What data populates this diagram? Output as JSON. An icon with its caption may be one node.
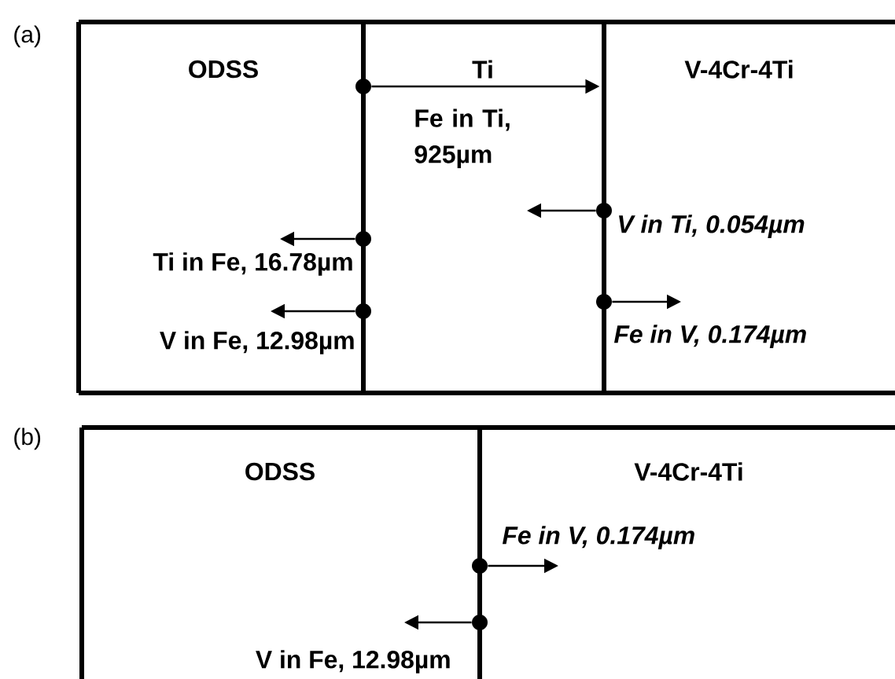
{
  "diagram": {
    "nodes": [
      {
        "text": [
          "ODSS"
        ]
      },
      {
        "text": [
          "Ti"
        ]
      },
      {
        "text": [
          "V-4Cr-4Ti"
        ]
      },
      {
        "text": [
          "ODSS"
        ]
      },
      {
        "text": [
          "V-4Cr-4Ti"
        ]
      },
      {
        "text": [],
        "shape": "circle"
      },
      {
        "text": [],
        "shape": "circle"
      },
      {
        "text": [],
        "shape": "circle"
      },
      {
        "text": [],
        "shape": "circle"
      },
      {
        "text": [],
        "shape": "circle"
      },
      {
        "text": [],
        "shape": "circle"
      },
      {
        "text": [],
        "shape": "circle"
      }
    ],
    "edges": [
      {
        "from": 5,
        "to": 1,
        "arrow": "to",
        "label": "Fe in Ti, 925µm"
      },
      {
        "from": 6,
        "to": 0,
        "arrow": "to",
        "label": "Ti in Fe, 16.78µm"
      },
      {
        "from": 7,
        "to": 0,
        "arrow": "to",
        "label": "V in Fe, 12.98µm"
      },
      {
        "from": 8,
        "to": 1,
        "arrow": "to",
        "label": "V in Ti, 0.054µm"
      },
      {
        "from": 9,
        "to": 2,
        "arrow": "to",
        "label": "Fe in V, 0.174µm"
      },
      {
        "from": 10,
        "to": 4,
        "arrow": "to",
        "label": "Fe in V, 0.174µm"
      },
      {
        "from": 11,
        "to": 3,
        "arrow": "to",
        "label": "V in Fe, 12.98µm"
      }
    ],
    "labels": [
      "(a)",
      "(b)"
    ]
  }
}
